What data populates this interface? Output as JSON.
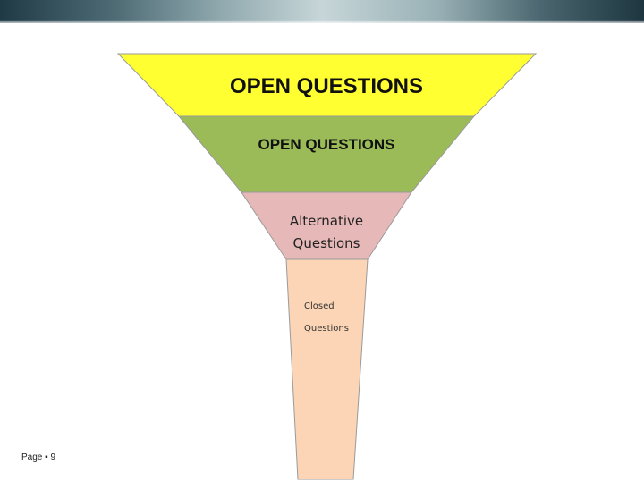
{
  "funnel": {
    "levels": [
      {
        "label": "OPEN QUESTIONS",
        "color": "#ffff32"
      },
      {
        "label": "OPEN QUESTIONS",
        "color": "#9bbb59"
      },
      {
        "label_lines": [
          "Alternative",
          "Questions"
        ],
        "color": "#e6b9b8"
      },
      {
        "label_lines": [
          "Closed",
          "Questions"
        ],
        "color": "#fbd5b5"
      }
    ],
    "outline_color": "#9a9a9a"
  },
  "footer": {
    "page_label": "Page ▪ 9"
  }
}
